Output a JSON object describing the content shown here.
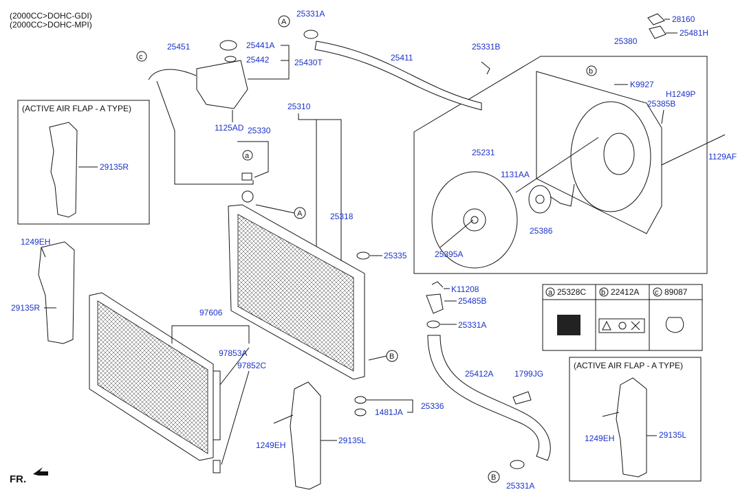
{
  "header": {
    "line1": "(2000CC>DOHC-GDI)",
    "line2": "(2000CC>DOHC-MPI)"
  },
  "footer": {
    "front_label": "FR."
  },
  "boxes": {
    "active_air_flap_left": "(ACTIVE AIR FLAP - A TYPE)",
    "active_air_flap_right": "(ACTIVE AIR FLAP - A TYPE)"
  },
  "refs": {
    "A": "A",
    "B": "B",
    "a": "a",
    "b": "b",
    "c": "c"
  },
  "legend": {
    "a_part": "25328C",
    "b_part": "22412A",
    "c_part": "89087"
  },
  "parts": {
    "p25331A_top": "25331A",
    "p28160": "28160",
    "p25481H": "25481H",
    "p25451": "25451",
    "p25441A": "25441A",
    "p25442": "25442",
    "p25430T": "25430T",
    "p25411": "25411",
    "p25331B": "25331B",
    "p25380": "25380",
    "pK9927": "K9927",
    "pH1249P": "H1249P",
    "p25385B": "25385B",
    "p1125AD": "1125AD",
    "p25310": "25310",
    "p25330": "25330",
    "p29135R_box": "29135R",
    "p1129AF": "1129AF",
    "p25231": "25231",
    "p1131AA": "1131AA",
    "p25318": "25318",
    "p25386": "25386",
    "p1249EH_left": "1249EH",
    "p25335": "25335",
    "p25395A": "25395A",
    "p29135R_side": "29135R",
    "pK11208": "K11208",
    "p25485B": "25485B",
    "p97606": "97606",
    "p25331A_mid": "25331A",
    "p97853A": "97853A",
    "p97852C": "97852C",
    "p25412A": "25412A",
    "p1799JG": "1799JG",
    "p25336": "25336",
    "p1481JA": "1481JA",
    "p29135L_mid": "29135L",
    "p1249EH_mid": "1249EH",
    "p1249EH_box": "1249EH",
    "p29135L_box": "29135L",
    "p25331A_bottom": "25331A"
  }
}
